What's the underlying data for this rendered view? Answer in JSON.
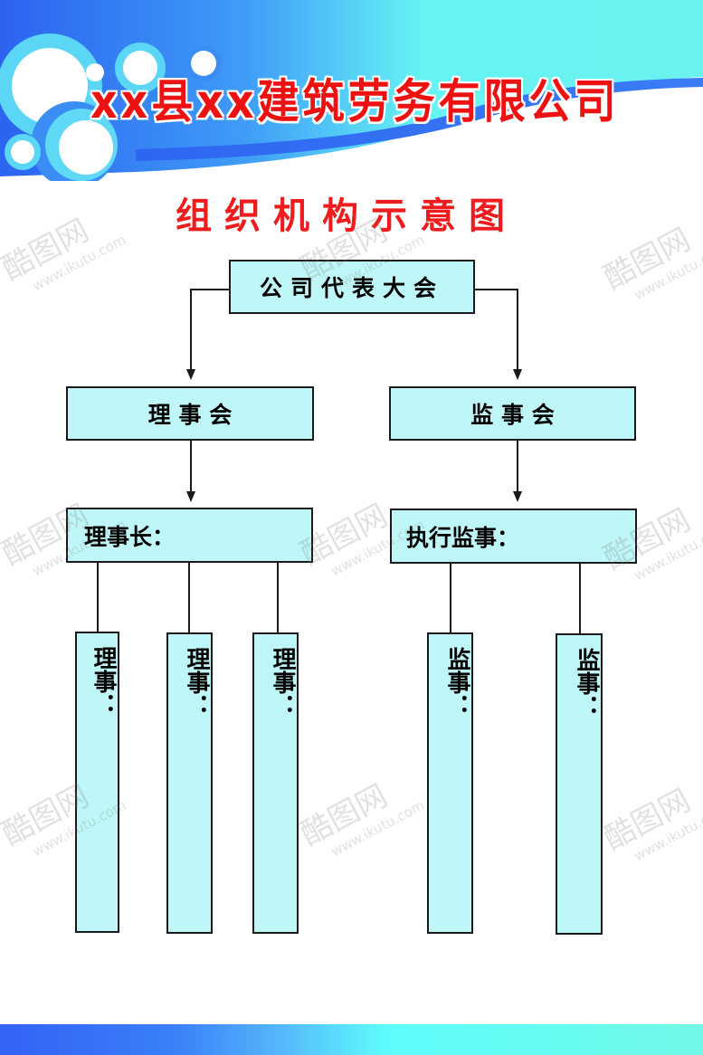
{
  "header": {
    "company_name": "xx县xx建筑劳务有限公司",
    "colors": {
      "title_red": "#ee1111",
      "banner_blue": "#2f6ff0",
      "banner_cyan": "#5ef6f2"
    }
  },
  "diagram": {
    "title": "组织机构示意图",
    "root": {
      "label": "公司代表大会"
    },
    "branches": [
      {
        "label": "理 事 会",
        "head": {
          "label": "理事长："
        },
        "members": [
          {
            "label": "理事："
          },
          {
            "label": "理事："
          },
          {
            "label": "理事："
          }
        ]
      },
      {
        "label": "监 事 会",
        "head": {
          "label": "执行监事："
        },
        "members": [
          {
            "label": "监事："
          },
          {
            "label": "监事："
          }
        ]
      }
    ],
    "box_fill": "#bff7f8",
    "line_color": "#1a1a1a"
  },
  "watermark": {
    "brand": "酷图网",
    "url": "www.ikutu.com"
  }
}
